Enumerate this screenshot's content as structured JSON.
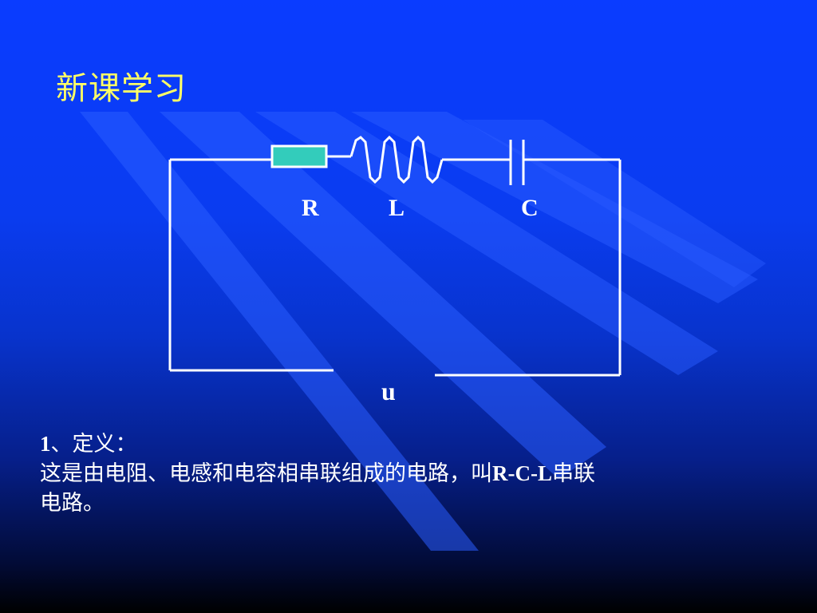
{
  "slide": {
    "title": "新课学习",
    "labels": {
      "resistor": "R",
      "inductor": "L",
      "capacitor": "C",
      "source": "u"
    },
    "definition_heading_num": "1",
    "definition_heading_text": "、定义：",
    "definition_line1_a": "这是由电阻、电感和电容相串联组成的电路，叫",
    "definition_line1_b": "R-C-L",
    "definition_line1_c": "串联",
    "definition_line2": "电路。"
  },
  "colors": {
    "background_top": "#0a3cff",
    "background_bottom": "#000000",
    "title": "#ffff66",
    "resistor_fill": "#33ccbb",
    "wire": "#ffffff"
  }
}
